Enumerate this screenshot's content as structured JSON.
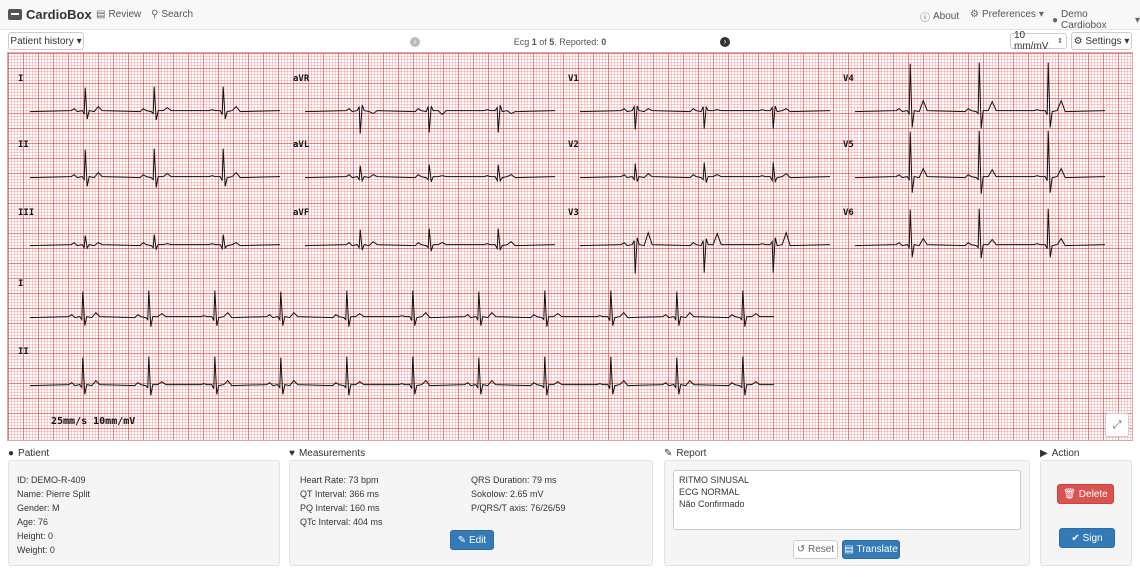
{
  "app": {
    "brand": "CardioBox",
    "nav": {
      "review": "Review",
      "search": "Search",
      "about": "About",
      "preferences": "Preferences",
      "user": "Demo Cardiobox"
    }
  },
  "toolbar": {
    "patient_history": "Patient history",
    "ecg_prefix": "Ecg ",
    "ecg_current": "1",
    "ecg_of": " of ",
    "ecg_total": "5",
    "reported_label": ". Reported: ",
    "reported_count": "0",
    "gain": "10 mm/mV",
    "settings": "Settings"
  },
  "ecg": {
    "leads": [
      "I",
      "aVR",
      "V1",
      "V4",
      "II",
      "aVL",
      "V2",
      "V5",
      "III",
      "aVF",
      "V3",
      "V6"
    ],
    "rhythm_leads": [
      "I",
      "II"
    ],
    "scale": "25mm/s 10mm/mV"
  },
  "patient": {
    "title": "Patient",
    "id": "ID: DEMO-R-409",
    "name": "Name: Pierre Split",
    "gender": "Gender: M",
    "age": "Age: 76",
    "height": "Height: 0",
    "weight": "Weight: 0"
  },
  "measurements": {
    "title": "Measurements",
    "heart_rate": "Heart Rate: 73 bpm",
    "qt": "QT Interval: 366 ms",
    "pq": "PQ Interval: 160 ms",
    "qtc": "QTc Interval: 404 ms",
    "qrs": "QRS Duration: 79 ms",
    "sokolow": "Sokolow: 2.65 mV",
    "axis": "P/QRS/T axis: 76/26/59",
    "edit": "Edit"
  },
  "report": {
    "title": "Report",
    "lines": [
      "RITMO SINUSAL",
      "ECG NORMAL",
      "Não Confirmado"
    ],
    "reset": "Reset",
    "translate": "Translate"
  },
  "action": {
    "title": "Action",
    "delete": "Delete",
    "sign": "Sign"
  },
  "colors": {
    "primary": "#337ab7",
    "danger": "#d9534f",
    "grid_major": "#dc4646",
    "trace": "#111111"
  }
}
